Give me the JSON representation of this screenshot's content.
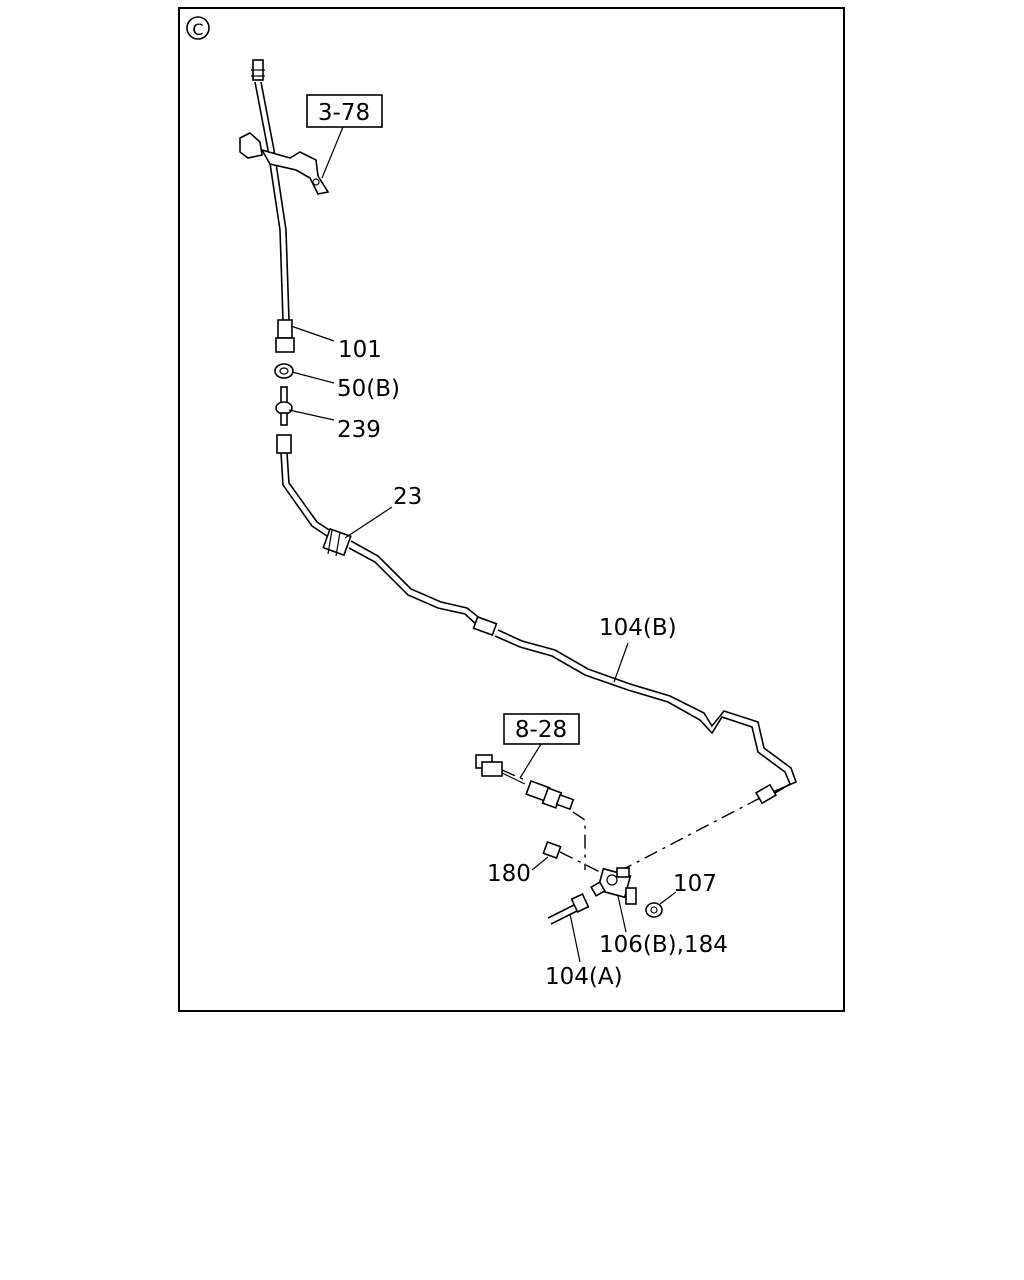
{
  "section_marker": "C",
  "references": {
    "ref_3_78": "3-78",
    "ref_8_28": "8-28"
  },
  "callouts": {
    "p101": "101",
    "p50b": "50(B)",
    "p239": "239",
    "p23": "23",
    "p104b": "104(B)",
    "p180": "180",
    "p107": "107",
    "p106b_184": "106(B),184",
    "p104a": "104(A)"
  }
}
